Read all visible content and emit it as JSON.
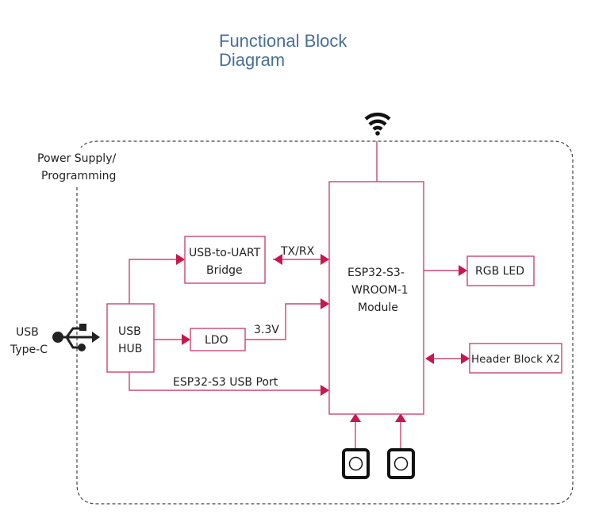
{
  "title": {
    "line1": "Functional Block",
    "line2": "Diagram"
  },
  "group": {
    "label_line1": "Power Supply/",
    "label_line2": "Programming"
  },
  "usb_connector": {
    "label_line1": "USB",
    "label_line2": "Type-C",
    "icon": "usb-icon"
  },
  "blocks": {
    "usb_hub": {
      "line1": "USB",
      "line2": "HUB"
    },
    "usb_uart": {
      "line1": "USB-to-UART",
      "line2": "Bridge"
    },
    "ldo": {
      "line1": "LDO"
    },
    "esp32": {
      "line1": "ESP32-S3-",
      "line2": "WROOM-1",
      "line3": "Module"
    },
    "rgb_led": {
      "line1": "RGB LED"
    },
    "header": {
      "line1": "Header Block X2"
    }
  },
  "connections": {
    "txrx": "TX/RX",
    "v33": "3.3V",
    "usb_port": "ESP32-S3 USB Port"
  },
  "icons": {
    "antenna": "wifi-icon",
    "buttons": [
      "button-icon",
      "button-icon"
    ]
  },
  "colors": {
    "accent": "#c8174e",
    "line": "#c94870",
    "title": "#4a6f95"
  }
}
